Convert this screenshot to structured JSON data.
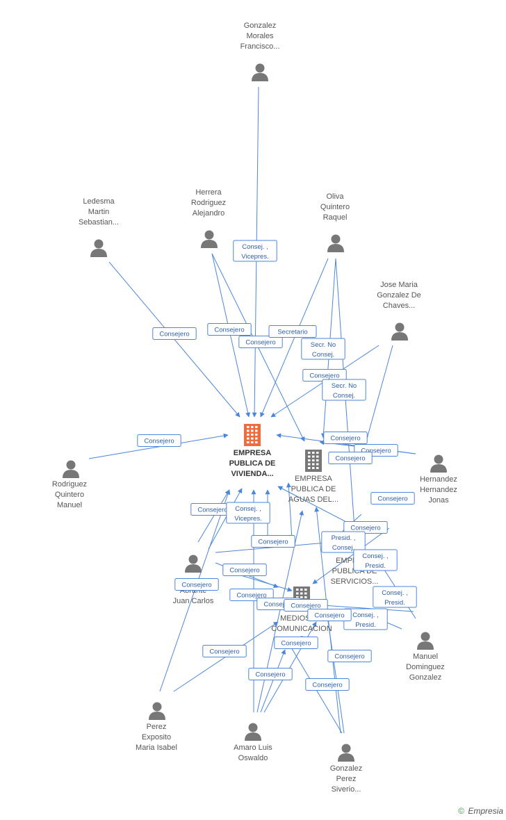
{
  "colors": {
    "edge": "#4a86d9",
    "main_company": "#f26b3a",
    "company": "#777777",
    "person": "#777777"
  },
  "people": [
    {
      "id": "p1",
      "lines": [
        "Gonzalez",
        "Morales",
        "Francisco..."
      ],
      "icon": "person-icon"
    },
    {
      "id": "p2",
      "lines": [
        "Ledesma",
        "Martin",
        "Sebastian..."
      ],
      "icon": "person-icon"
    },
    {
      "id": "p3",
      "lines": [
        "Herrera",
        "Rodriguez",
        "Alejandro"
      ],
      "icon": "person-icon"
    },
    {
      "id": "p4",
      "lines": [
        "Oliva",
        "Quintero",
        "Raquel"
      ],
      "icon": "person-icon"
    },
    {
      "id": "p5",
      "lines": [
        "Jose Maria",
        "Gonzalez De",
        "Chaves..."
      ],
      "icon": "person-icon"
    },
    {
      "id": "p6",
      "lines": [
        "Rodriguez",
        "Quintero",
        "Manuel"
      ],
      "icon": "person-icon"
    },
    {
      "id": "p7",
      "lines": [
        "Hernandez",
        "Hernandez",
        "Jonas"
      ],
      "icon": "person-icon"
    },
    {
      "id": "p8",
      "lines": [
        "Abrante",
        "Juan Carlos"
      ],
      "icon": "person-icon"
    },
    {
      "id": "p9",
      "lines": [
        "Manuel",
        "Dominguez",
        "Gonzalez"
      ],
      "icon": "person-icon"
    },
    {
      "id": "p10",
      "lines": [
        "Perez",
        "Exposito",
        "Maria Isabel"
      ],
      "icon": "person-icon"
    },
    {
      "id": "p11",
      "lines": [
        "Amaro Luis",
        "Oswaldo"
      ],
      "icon": "person-icon"
    },
    {
      "id": "p12",
      "lines": [
        "Gonzalez",
        "Perez",
        "Siverio..."
      ],
      "icon": "person-icon"
    }
  ],
  "companies": [
    {
      "id": "c1",
      "lines": [
        "EMPRESA",
        "PUBLICA DE",
        "VIVIENDA..."
      ],
      "main": true,
      "icon": "building-icon"
    },
    {
      "id": "c2",
      "lines": [
        "EMPRESA",
        "PUBLICA DE",
        "AGUAS DEL..."
      ],
      "main": false,
      "icon": "building-icon"
    },
    {
      "id": "c3",
      "lines": [
        "EMPRESA",
        "PUBLICA DE",
        "SERVICIOS..."
      ],
      "main": false,
      "icon": "building-icon"
    },
    {
      "id": "c4",
      "lines": [
        "MEDIOS DE",
        "COMUNICACION",
        "...S..."
      ],
      "main": false,
      "icon": "building-icon"
    }
  ],
  "relations": [
    [
      "Consej. ,",
      "Vicepres."
    ],
    [
      "Consejero"
    ],
    [
      "Consejero"
    ],
    [
      "Consejero"
    ],
    [
      "Secretario"
    ],
    [
      "Secr.  No",
      "Consej."
    ],
    [
      "Consejero"
    ],
    [
      "Secr.  No",
      "Consej."
    ],
    [
      "Consejero"
    ],
    [
      "Consejero"
    ],
    [
      "Consejero"
    ],
    [
      "Consejero"
    ],
    [
      "Consejero"
    ],
    [
      "Consejero"
    ],
    [
      "Consej. ,",
      "Vicepres."
    ],
    [
      "Consejero"
    ],
    [
      "Consejero"
    ],
    [
      "Presid. ,",
      "Consej."
    ],
    [
      "Consej. ,",
      "Presid."
    ],
    [
      "Consejero"
    ],
    [
      "Consejero"
    ],
    [
      "Consejero"
    ],
    [
      "Consejero"
    ],
    [
      "Consej. ,",
      "Presid."
    ],
    [
      "Consejero"
    ],
    [
      "Consej. ,",
      "Presid."
    ],
    [
      "Consejero"
    ],
    [
      "Consejero"
    ],
    [
      "Consejero"
    ],
    [
      "Consejero"
    ],
    [
      "Consejero"
    ],
    [
      "Consejero"
    ]
  ],
  "footer": {
    "copyright": "©",
    "brand": "Empresia"
  }
}
